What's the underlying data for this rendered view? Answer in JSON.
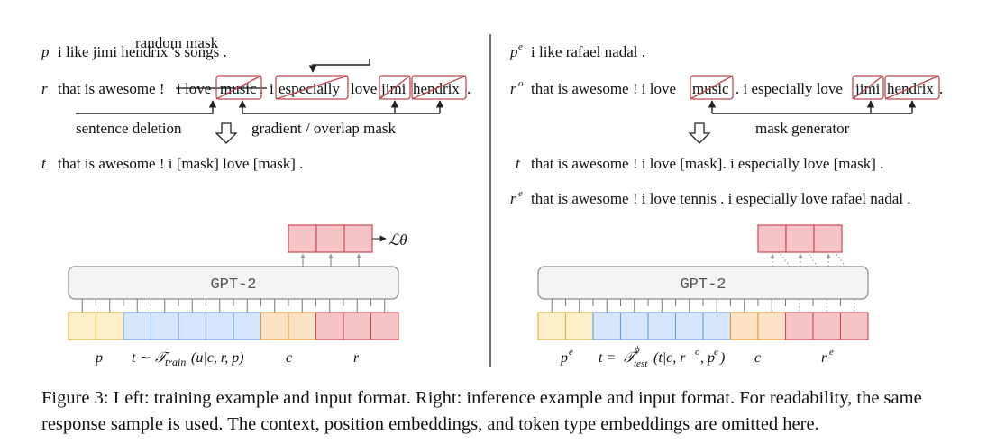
{
  "left": {
    "p_label": "p",
    "p_text": "i like jimi hendrix 's songs .",
    "r_label": "r",
    "r_segments": [
      "that is awesome !",
      "i love",
      "music",
      ".",
      "i",
      "especially",
      "love",
      "jimi",
      "hendrix",
      "."
    ],
    "random_mask_label": "random mask",
    "sentence_deletion_label": "sentence deletion",
    "gradient_mask_label": "gradient / overlap mask",
    "t_label": "t",
    "t_text": "that is awesome ! i [mask] love [mask] .",
    "loss_label": "ℒθ",
    "model_label": "GPT-2",
    "segment_labels": {
      "p": "p",
      "t_prefix": "t ∼ ",
      "t_func": "𝒯",
      "t_sub": "train",
      "t_args": "(u|c, r, p)",
      "c": "c",
      "r": "r"
    }
  },
  "right": {
    "pe_label": "p",
    "pe_sup": "e",
    "pe_text": "i like rafael nadal .",
    "ro_label": "r",
    "ro_sup": "o",
    "ro_segments": [
      "that is awesome ! i love",
      "music",
      ". i especially love",
      "jimi",
      "hendrix",
      "."
    ],
    "mask_generator_label": "mask generator",
    "t_label": "t",
    "t_text": "that is awesome ! i love [mask]. i especially love [mask] .",
    "re_label": "r",
    "re_sup": "e",
    "re_text": "that is awesome ! i love tennis . i especially love rafael nadal .",
    "model_label": "GPT-2",
    "segment_labels": {
      "pe": "p",
      "pe_sup": "e",
      "t_prefix": "t = ",
      "t_func": "𝒯",
      "t_sup": "ϕ",
      "t_sub": "test",
      "t_args": "(t|c, r",
      "t_args_sup": "o",
      "t_args_mid": ", p",
      "t_args_sup2": "e",
      "t_args_end": ")",
      "c": "c",
      "re": "r",
      "re_sup": "e"
    }
  },
  "caption": "Figure 3:  Left: training example and input format. Right: inference example and input format. For readability, the same response sample is used. The context, position embeddings, and token type embeddings are omitted here.",
  "colors": {
    "yellow_fill": "#fdf0c8",
    "yellow_stroke": "#d9b24a",
    "blue_fill": "#d7e6fb",
    "blue_stroke": "#6f9ad8",
    "orange_fill": "#fde3c6",
    "orange_stroke": "#e0993c",
    "red_fill": "#f6c4c6",
    "red_stroke": "#c94d55",
    "mask_stroke": "#c0474e",
    "gpt_fill": "#f4f4f4",
    "gpt_stroke": "#8a8a8a"
  }
}
